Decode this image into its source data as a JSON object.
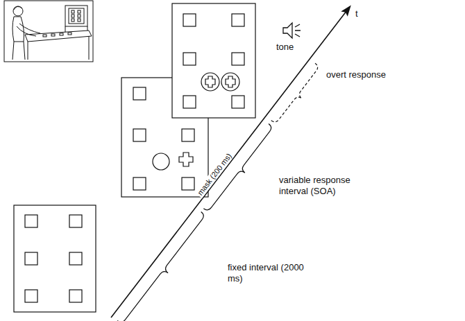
{
  "diagram": {
    "labels": [
      "t",
      "tone",
      "overt response",
      "variable response interval (SOA)",
      "mask (200 ms)",
      "fixed interval (2000 ms)"
    ]
  }
}
